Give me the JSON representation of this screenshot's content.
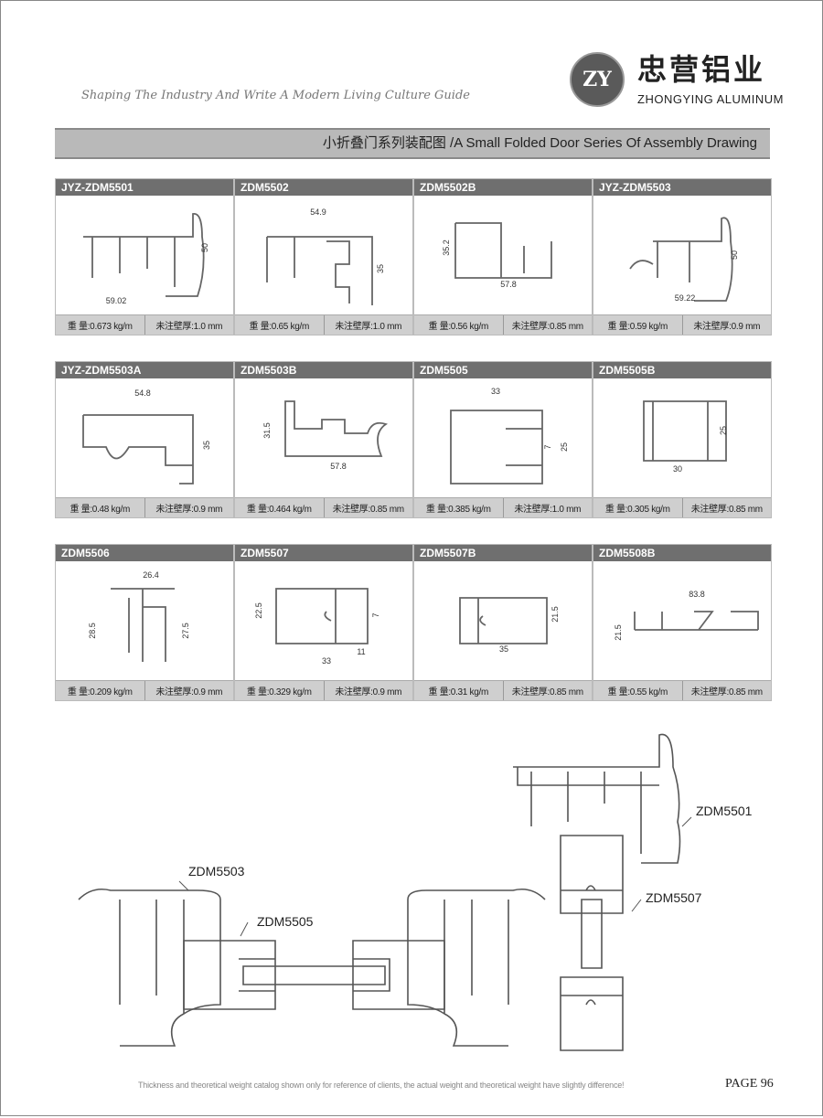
{
  "header": {
    "slogan": "Shaping The Industry And Write A Modern Living Culture Guide",
    "logo_letters": "ZY",
    "brand_cn": "忠营铝业",
    "brand_en": "ZHONGYING ALUMINUM"
  },
  "banner": {
    "title": "小折叠门系列装配图 /A Small Folded Door Series Of Assembly Drawing"
  },
  "products": [
    {
      "code": "JYZ-ZDM5501",
      "weight": "重 量:0.673 kg/m",
      "thickness": "未注壁厚:1.0 mm",
      "dims": [
        "59.02",
        "50"
      ]
    },
    {
      "code": "ZDM5502",
      "weight": "重 量:0.65 kg/m",
      "thickness": "未注壁厚:1.0 mm",
      "dims": [
        "54.9",
        "35"
      ]
    },
    {
      "code": "ZDM5502B",
      "weight": "重 量:0.56 kg/m",
      "thickness": "未注壁厚:0.85 mm",
      "dims": [
        "35.2",
        "57.8"
      ]
    },
    {
      "code": "JYZ-ZDM5503",
      "weight": "重 量:0.59 kg/m",
      "thickness": "未注壁厚:0.9 mm",
      "dims": [
        "50",
        "59.22"
      ]
    },
    {
      "code": "JYZ-ZDM5503A",
      "weight": "重 量:0.48 kg/m",
      "thickness": "未注壁厚:0.9 mm",
      "dims": [
        "54.8",
        "35"
      ]
    },
    {
      "code": "ZDM5503B",
      "weight": "重 量:0.464 kg/m",
      "thickness": "未注壁厚:0.85 mm",
      "dims": [
        "31.5",
        "57.8"
      ]
    },
    {
      "code": "ZDM5505",
      "weight": "重 量:0.385 kg/m",
      "thickness": "未注壁厚:1.0 mm",
      "dims": [
        "33",
        "7",
        "25"
      ]
    },
    {
      "code": "ZDM5505B",
      "weight": "重 量:0.305 kg/m",
      "thickness": "未注壁厚:0.85 mm",
      "dims": [
        "25",
        "30"
      ]
    },
    {
      "code": "ZDM5506",
      "weight": "重 量:0.209 kg/m",
      "thickness": "未注壁厚:0.9 mm",
      "dims": [
        "26.4",
        "28.5",
        "27.5"
      ]
    },
    {
      "code": "ZDM5507",
      "weight": "重 量:0.329 kg/m",
      "thickness": "未注壁厚:0.9 mm",
      "dims": [
        "22.5",
        "7",
        "33",
        "11"
      ]
    },
    {
      "code": "ZDM5507B",
      "weight": "重 量:0.31 kg/m",
      "thickness": "未注壁厚:0.85 mm",
      "dims": [
        "21.5",
        "35"
      ]
    },
    {
      "code": "ZDM5508B",
      "weight": "重 量:0.55 kg/m",
      "thickness": "未注壁厚:0.85 mm",
      "dims": [
        "83.8",
        "21.5"
      ]
    }
  ],
  "assembly": {
    "labels": [
      "ZDM5501",
      "ZDM5503",
      "ZDM5505",
      "ZDM5507"
    ]
  },
  "footer": {
    "note": "Thickness and theoretical weight catalog shown only for reference of clients, the actual weight and theoretical weight have slightly difference!",
    "page": "PAGE  96"
  }
}
